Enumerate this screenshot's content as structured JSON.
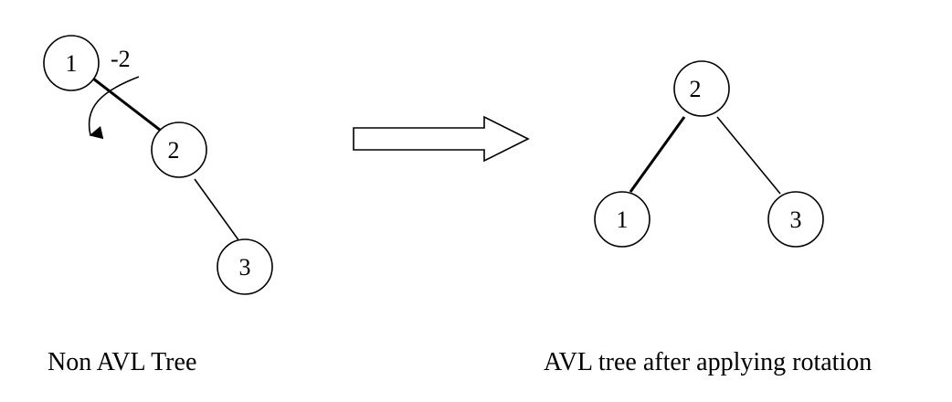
{
  "left_tree": {
    "caption": "Non AVL Tree",
    "balance_factor": "-2",
    "nodes": [
      "1",
      "2",
      "3"
    ]
  },
  "right_tree": {
    "caption": "AVL tree after applying rotation",
    "nodes": [
      "2",
      "1",
      "3"
    ]
  }
}
